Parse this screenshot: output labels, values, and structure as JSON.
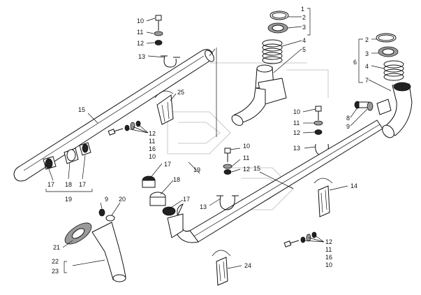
{
  "diagram": {
    "labels": {
      "l1": "1",
      "l2a": "2",
      "l3a": "3",
      "l4a": "4",
      "l5": "5",
      "l2b": "2",
      "l3b": "3",
      "l4b": "4",
      "l6": "6",
      "l7": "7",
      "l10a": "10",
      "l11a": "11",
      "l12a": "12",
      "l13a": "13",
      "l25": "25",
      "l15a": "15",
      "l12b": "12",
      "l11b": "11",
      "l16a": "16",
      "l10b": "10",
      "l17a": "17",
      "l18a": "18",
      "l17b": "17",
      "l19a": "19",
      "l10c": "10",
      "l11c": "11",
      "l12c": "12",
      "l13b": "13",
      "l8": "8",
      "l9a": "9",
      "l10d": "10",
      "l11d": "11",
      "l12d": "12",
      "l13c": "13",
      "l17c": "17",
      "l19b": "19",
      "l15b": "15",
      "l18b": "18",
      "l17d": "17",
      "l14": "14",
      "l9b": "9",
      "l20": "20",
      "l21": "21",
      "l22": "22",
      "l23": "23",
      "l24": "24",
      "l12e": "12",
      "l11e": "11",
      "l16b": "16",
      "l10e": "10"
    }
  }
}
